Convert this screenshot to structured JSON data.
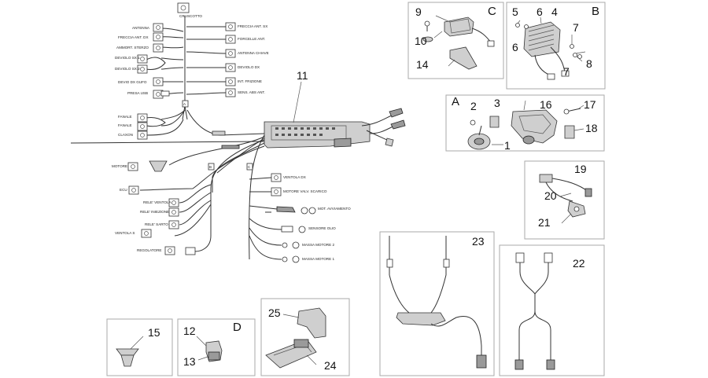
{
  "callouts": {
    "n1": "1",
    "n2": "2",
    "n3": "3",
    "n4": "4",
    "n5": "5",
    "n6": "6",
    "n6b": "6",
    "n7": "7",
    "n7b": "7",
    "n8": "8",
    "n9": "9",
    "n10": "10",
    "n11": "11",
    "n12": "12",
    "n13": "13",
    "n14": "14",
    "n15": "15",
    "n16": "16",
    "n17": "17",
    "n18": "18",
    "n19": "19",
    "n20": "20",
    "n21": "21",
    "n22": "22",
    "n23": "23",
    "n24": "24",
    "n25": "25"
  },
  "group_letters": {
    "a": "A",
    "b": "B",
    "c": "C",
    "d": "D"
  },
  "harness_labels": {
    "cruscotto": "CRUSCOTTO",
    "antenna": "ANTENNA",
    "freccia_ant_dx": "FRECCIA ANT. DX",
    "ammort_sterzo": "AMMORT. STERZO",
    "deviolo_sx_1": "DEVIOLO SX 1",
    "deviolo_sx_2": "DEVIOLO SX 2",
    "devio_dx_gufo": "DEVIO DX GUFO",
    "presa_usb": "PRESA USB",
    "fanale": "FANALE",
    "fanale_2": "FANALE",
    "claxon": "CLAXON",
    "freccia_ant_sx": "FRECCIA ANT. SX",
    "forcelle_ant": "FORCELLE ANT.",
    "chiave": "ANTENNA CHIAVE",
    "deviolo_dx": "DEVIOLO DX",
    "int_frizione": "INT. FRIZIONE",
    "sens_abs_ant": "SENS. ABS ANT.",
    "motore": "MOTORE",
    "ecu": "ECU",
    "rele_ventola": "RELE' VENTOLA",
    "rele_iniezione": "RELE' INIEZIONE",
    "rele_sarto": "RELE' SARTO",
    "ventola_s": "VENTOLA S",
    "regolatore": "REGOLATORE",
    "ventola_dx": "VENTOLA DX",
    "motore_valv_scarico": "MOTORE VALV. SCARICO",
    "mot_avviamento": "MOT. AVVIAMENTO",
    "sensore_olio": "SENSORE OLIO",
    "massa_motore_2": "MASSA MOTORE 2",
    "massa_motore_1": "MASSA MOTORE 1",
    "tag_a": "A",
    "tag_b": "B",
    "tag_c": "C"
  },
  "colors": {
    "line": "#333333",
    "part_fill": "#cfcfcf",
    "frame": "#aaaaaa"
  }
}
